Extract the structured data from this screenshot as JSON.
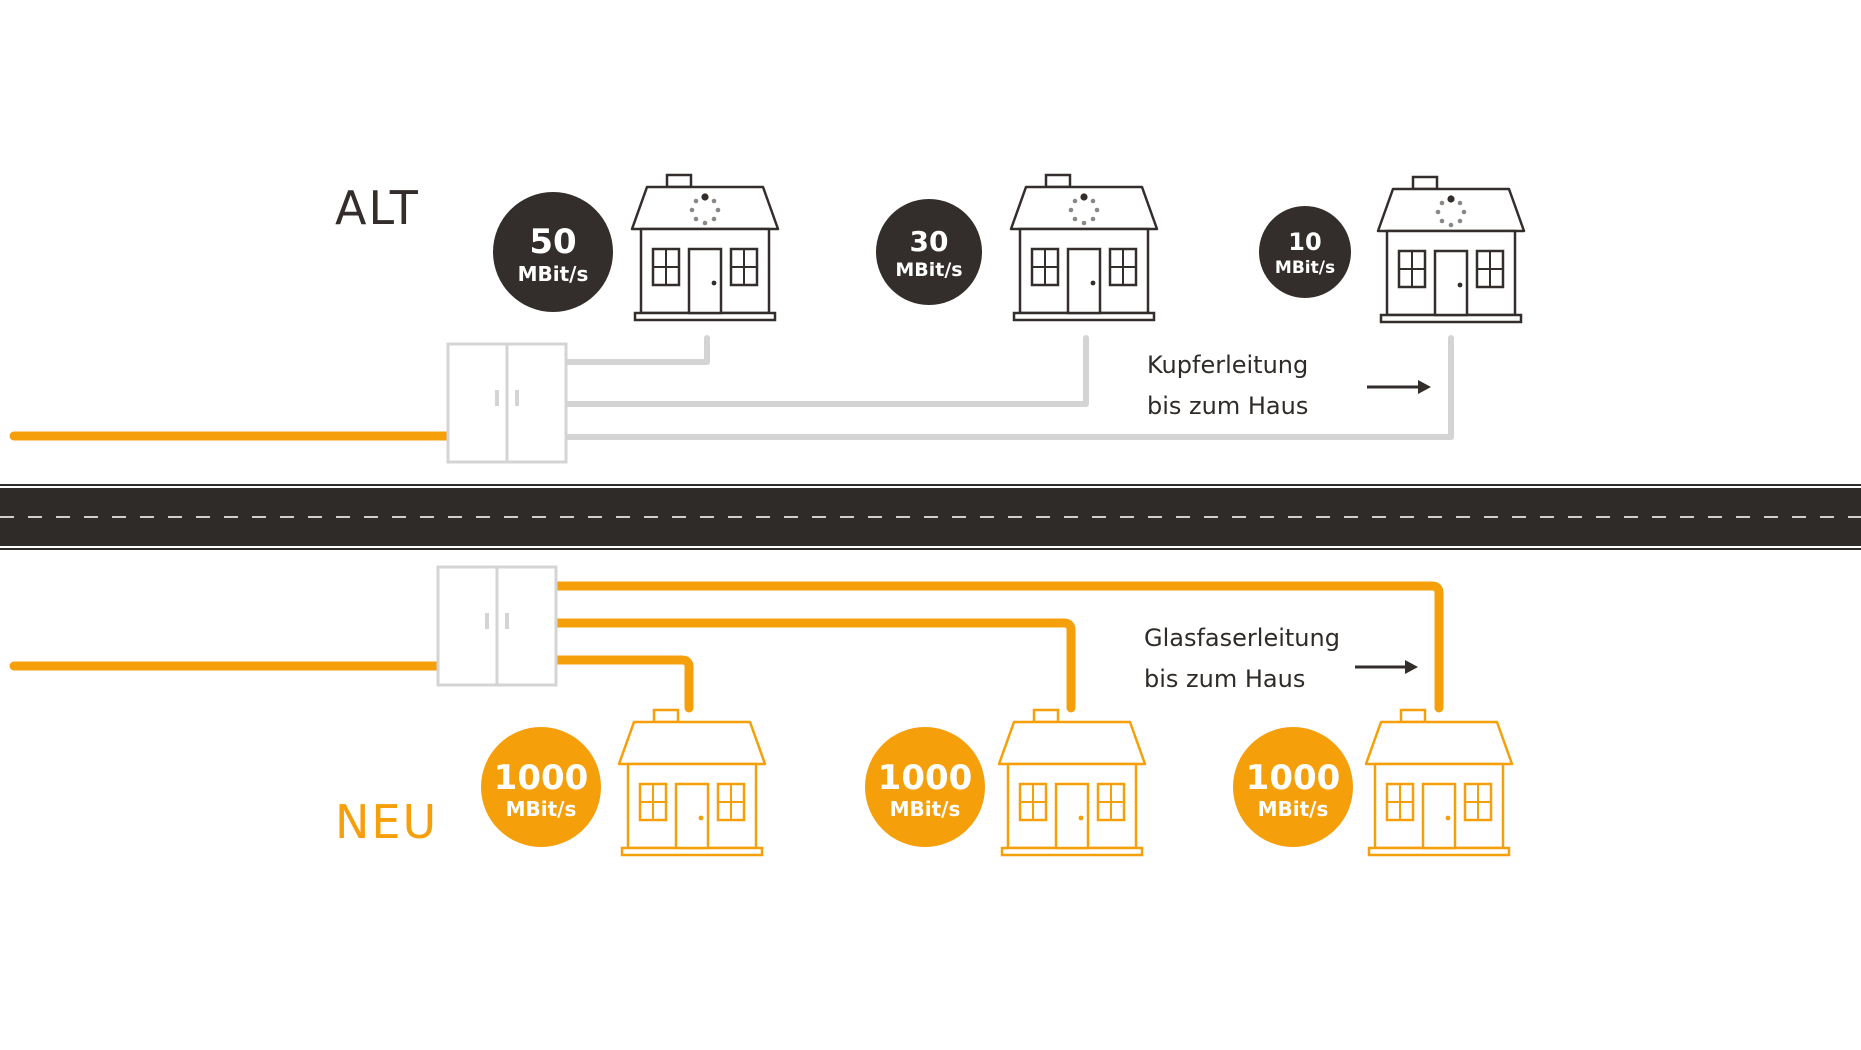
{
  "colors": {
    "dark": "#332e2b",
    "orange": "#f5a00a",
    "copper_gray": "#d4d4d4",
    "road": "#2f2b29",
    "white": "#ffffff"
  },
  "alt": {
    "label": "ALT",
    "houses": [
      {
        "speed": "50",
        "unit": "MBit/s"
      },
      {
        "speed": "30",
        "unit": "MBit/s"
      },
      {
        "speed": "10",
        "unit": "MBit/s"
      }
    ],
    "cable_label_line1": "Kupferleitung",
    "cable_label_line2": "bis zum Haus"
  },
  "neu": {
    "label": "NEU",
    "houses": [
      {
        "speed": "1000",
        "unit": "MBit/s"
      },
      {
        "speed": "1000",
        "unit": "MBit/s"
      },
      {
        "speed": "1000",
        "unit": "MBit/s"
      }
    ],
    "cable_label_line1": "Glasfaserleitung",
    "cable_label_line2": "bis zum Haus"
  },
  "icons": {
    "house": "house-icon",
    "cabinet": "distribution-cabinet-icon",
    "arrow": "arrow-right-icon",
    "loading": "loading-spinner-icon"
  }
}
